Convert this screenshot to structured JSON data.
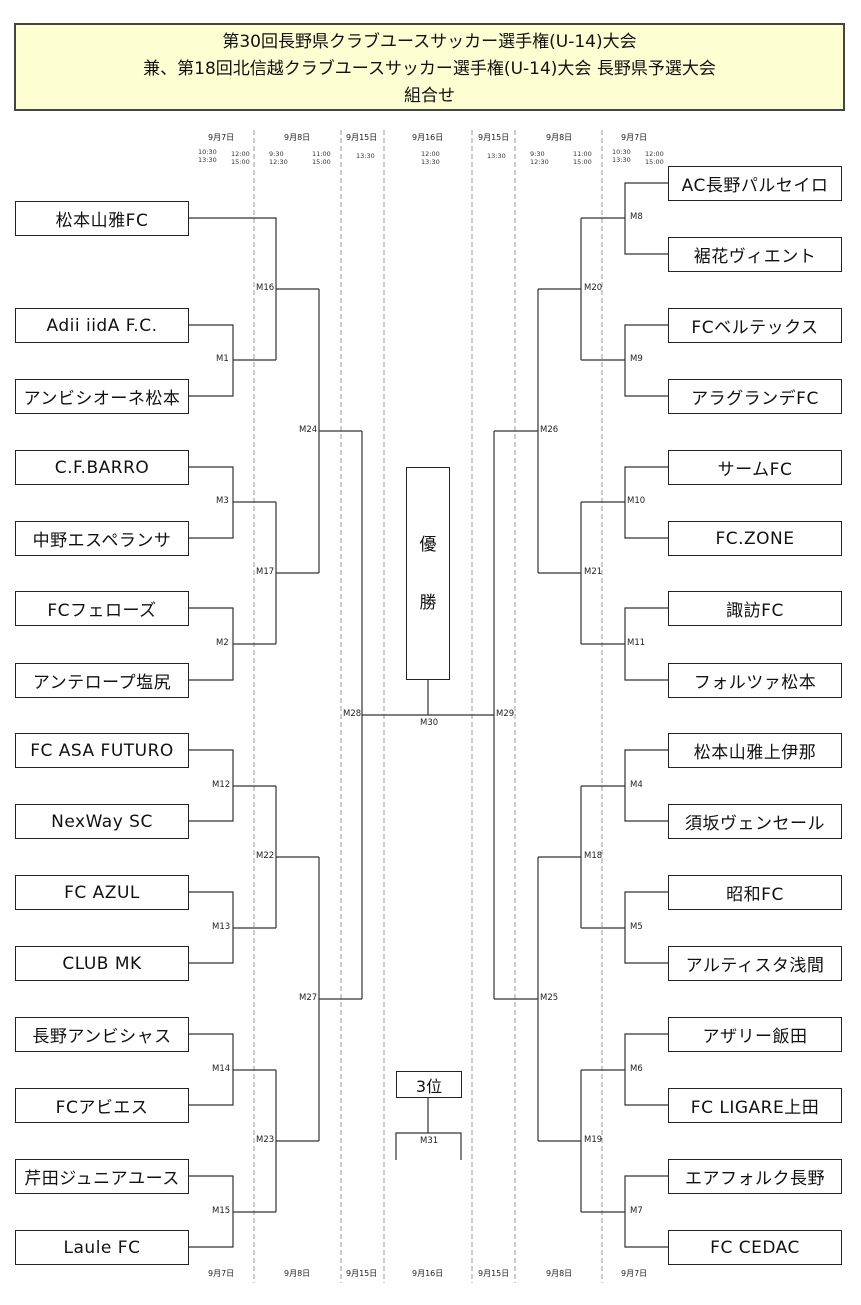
{
  "header": {
    "line1": "第30回長野県クラブユースサッカー選手権(U-14)大会",
    "line2": "兼、第18回北信越クラブユースサッカー選手権(U-14)大会 長野県予選大会",
    "line3": "組合せ"
  },
  "dates": {
    "d1": "9月7日",
    "d2": "9月8日",
    "d3": "9月15日",
    "d4": "9月16日",
    "d5": "9月15日",
    "d6": "9月8日",
    "d7": "9月7日"
  },
  "times": {
    "c1a": "10:30\n13:30",
    "c1b": "12:00\n15:00",
    "c2a": "9:30\n12:30",
    "c2b": "11:00\n15:00",
    "c3": "13:30",
    "c4": "12:00\n13:30",
    "c5": "13:30",
    "c6a": "9:30\n12:30",
    "c6b": "11:00\n15:00",
    "c7a": "10:30\n13:30",
    "c7b": "12:00\n15:00"
  },
  "teams_left": [
    "松本山雅FC",
    "Adii iidA F.C.",
    "アンビシオーネ松本",
    "C.F.BARRO",
    "中野エスペランサ",
    "FCフェローズ",
    "アンテロープ塩尻",
    "FC ASA FUTURO",
    "NexWay SC",
    "FC AZUL",
    "CLUB MK",
    "長野アンビシャス",
    "FCアビエス",
    "芹田ジュニアユース",
    "Laule FC"
  ],
  "teams_right": [
    "AC長野パルセイロ",
    "裾花ヴィエント",
    "FCベルテックス",
    "アラグランデFC",
    "サームFC",
    "FC.ZONE",
    "諏訪FC",
    "フォルツァ松本",
    "松本山雅上伊那",
    "須坂ヴェンセール",
    "昭和FC",
    "アルティスタ浅間",
    "アザリー飯田",
    "FC LIGARE上田",
    "エアフォルク長野",
    "FC CEDAC"
  ],
  "matches": {
    "M1": "M1",
    "M2": "M2",
    "M3": "M3",
    "M4": "M4",
    "M5": "M5",
    "M6": "M6",
    "M7": "M7",
    "M8": "M8",
    "M9": "M9",
    "M10": "M10",
    "M11": "M11",
    "M12": "M12",
    "M13": "M13",
    "M14": "M14",
    "M15": "M15",
    "M16": "M16",
    "M17": "M17",
    "M18": "M18",
    "M19": "M19",
    "M20": "M20",
    "M21": "M21",
    "M22": "M22",
    "M23": "M23",
    "M24": "M24",
    "M25": "M25",
    "M26": "M26",
    "M27": "M27",
    "M28": "M28",
    "M29": "M29",
    "M30": "M30",
    "M31": "M31"
  },
  "champion": {
    "c1": "優",
    "c2": "勝"
  },
  "third_place": "3位"
}
